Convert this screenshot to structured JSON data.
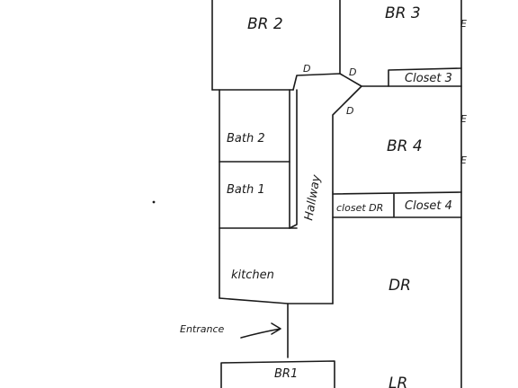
{
  "rooms": {
    "br2": "BR 2",
    "br3": "BR 3",
    "br4": "BR 4",
    "bath2": "Bath 2",
    "bath1": "Bath 1",
    "hallway": "Hallway",
    "kitchen": "kitchen",
    "dr": "DR",
    "lr": "LR",
    "br1": "BR1",
    "closet3": "Closet 3",
    "closet_dr": "closet DR",
    "closet4": "Closet 4",
    "entrance": "Entrance"
  },
  "marks": {
    "door": "D",
    "window": "E"
  }
}
